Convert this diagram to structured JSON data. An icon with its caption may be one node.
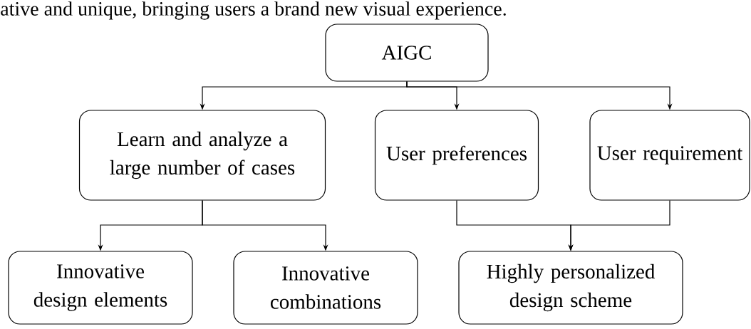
{
  "diagram": {
    "nodes": [
      {
        "text": [
          "AIGC"
        ]
      },
      {
        "text": [
          "Learn and analyze a large number of cases"
        ]
      },
      {
        "text": [
          "User preferences"
        ]
      },
      {
        "text": [
          "User requirement"
        ]
      },
      {
        "text": [
          "Innovative design elements"
        ]
      },
      {
        "text": [
          "Innovative combinations"
        ]
      },
      {
        "text": [
          "Highly personalized design scheme"
        ]
      }
    ],
    "edges": [
      {
        "from": 0,
        "to": 1,
        "arrow": "to"
      },
      {
        "from": 0,
        "to": 2,
        "arrow": "to"
      },
      {
        "from": 0,
        "to": 3,
        "arrow": "to"
      },
      {
        "from": 1,
        "to": 4,
        "arrow": "to"
      },
      {
        "from": 1,
        "to": 5,
        "arrow": "to"
      },
      {
        "from": 2,
        "to": 6,
        "arrow": "to"
      },
      {
        "from": 3,
        "to": 6,
        "arrow": "to"
      }
    ],
    "labels": [
      "ative and unique, bringing users a brand new visual experience."
    ]
  }
}
